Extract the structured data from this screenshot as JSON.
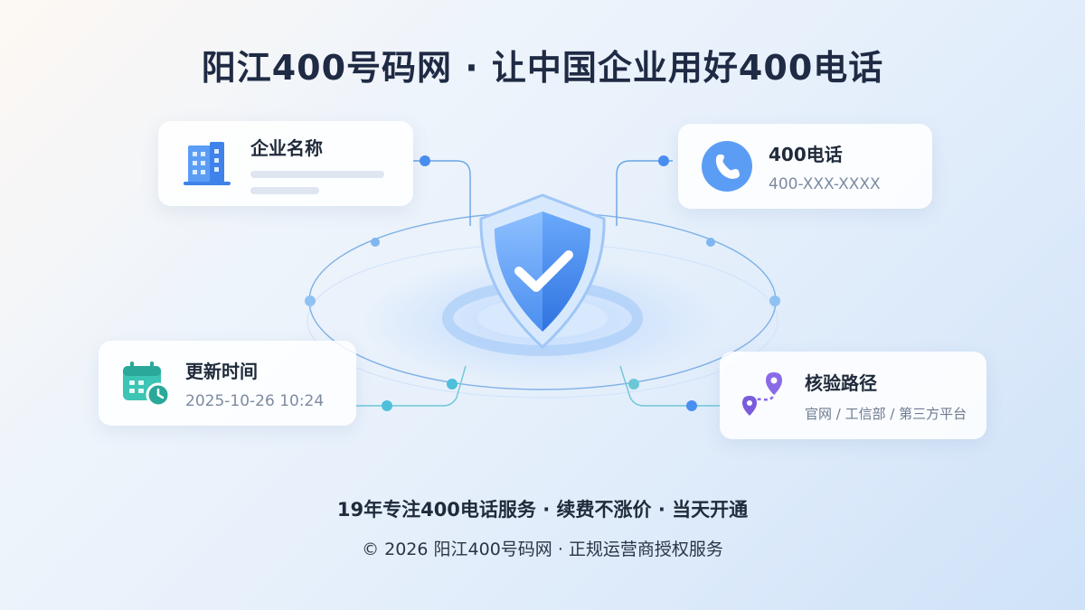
{
  "title": "阳江400号码网 · 让中国企业用好400电话",
  "cards": {
    "company": {
      "heading": "企业名称",
      "icon": "building-icon"
    },
    "phone": {
      "heading": "400电话",
      "number": "400-XXX-XXXX",
      "icon": "phone-icon"
    },
    "update": {
      "heading": "更新时间",
      "datetime": "2025-10-26 10:24",
      "icon": "calendar-clock-icon"
    },
    "verify": {
      "heading": "核验路径",
      "paths": "官网 / 工信部 / 第三方平台",
      "icon": "route-pins-icon"
    }
  },
  "center": {
    "icon": "shield-check-icon"
  },
  "footer": {
    "tagline": "19年专注400电话服务 · 续费不涨价 · 当天开通",
    "copyright": "© 2026 阳江400号码网 · 正规运营商授权服务"
  },
  "colors": {
    "accent": "#4a8ef0",
    "teal": "#3cc4b4",
    "purple": "#8a6ae8"
  }
}
